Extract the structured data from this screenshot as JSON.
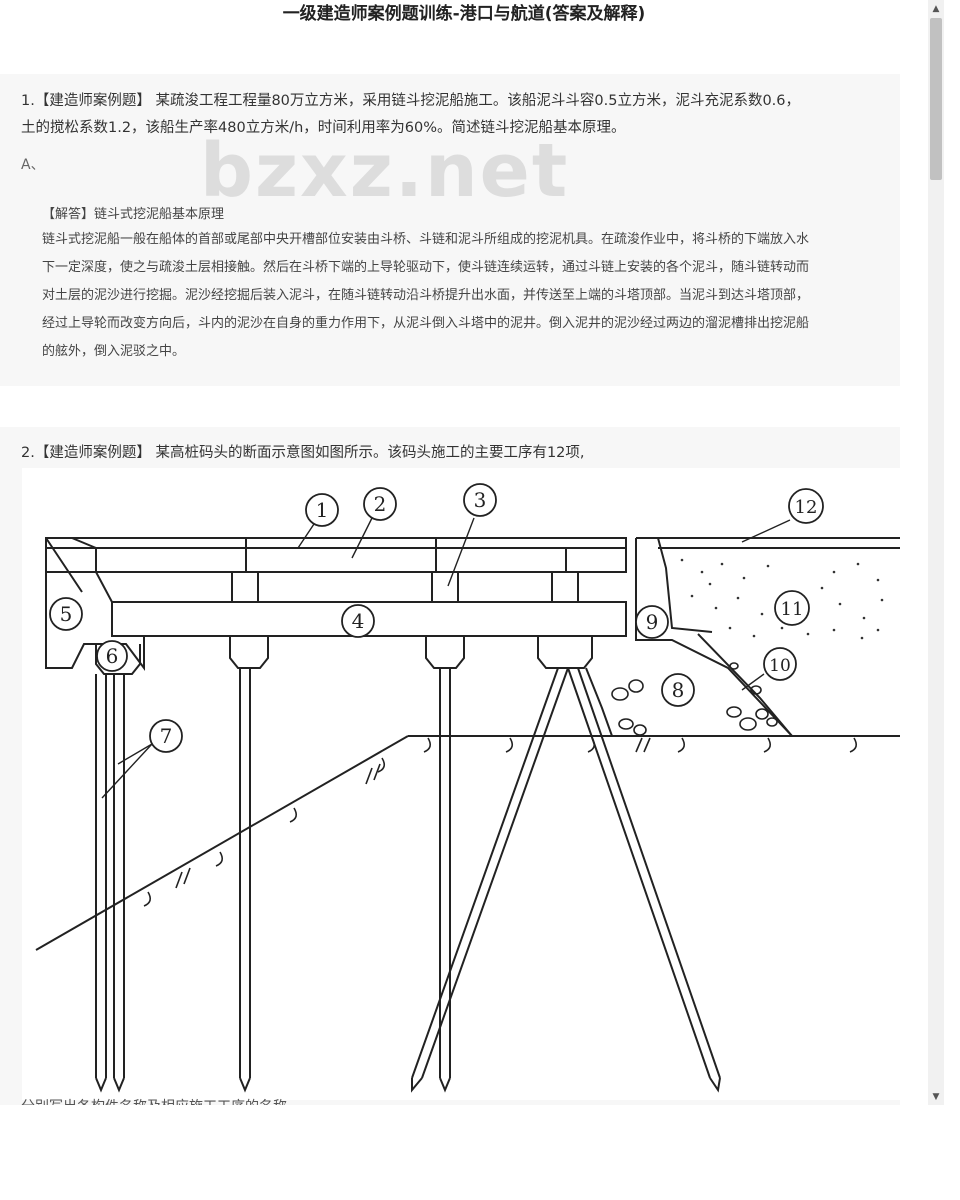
{
  "page": {
    "title": "一级建造师案例题训练-港口与航道(答案及解释)",
    "watermark": "bzxz.net"
  },
  "question1": {
    "line1": "1.【建造师案例题】 某疏浚工程工程量80万立方米，采用链斗挖泥船施工。该船泥斗斗容0.5立方米，泥斗充泥系数0.6，",
    "line2": "土的搅松系数1.2，该船生产率480立方米/h，时间利用率为60%。简述链斗挖泥船基本原理。",
    "option_a": "A、",
    "answer_heading": "【解答】链斗式挖泥船基本原理",
    "answer_lines": [
      "链斗式挖泥船一般在船体的首部或尾部中央开槽部位安装由斗桥、斗链和泥斗所组成的挖泥机具。在疏浚作业中，将斗桥的下端放入水",
      "下一定深度，使之与疏浚土层相接触。然后在斗桥下端的上导轮驱动下，使斗链连续运转，通过斗链上安装的各个泥斗，随斗链转动而",
      "对土层的泥沙进行挖掘。泥沙经挖掘后装入泥斗，在随斗链转动沿斗桥提升出水面，并传送至上端的斗塔顶部。当泥斗到达斗塔顶部，",
      "经过上导轮而改变方向后，斗内的泥沙在自身的重力作用下，从泥斗倒入斗塔中的泥井。倒入泥井的泥沙经过两边的溜泥槽排出挖泥船",
      "的舷外，倒入泥驳之中。"
    ]
  },
  "question2": {
    "line1": "2.【建造师案例题】 某高桩码头的断面示意图如图所示。该码头施工的主要工序有12项,",
    "cutoff_text": "分别写出各构件名称及相应施工工序的名称。",
    "figure_labels": [
      "1",
      "2",
      "3",
      "4",
      "5",
      "6",
      "7",
      "8",
      "9",
      "10",
      "11",
      "12"
    ]
  },
  "scrollbar": {
    "up_arrow": "▲",
    "down_arrow": "▼"
  }
}
